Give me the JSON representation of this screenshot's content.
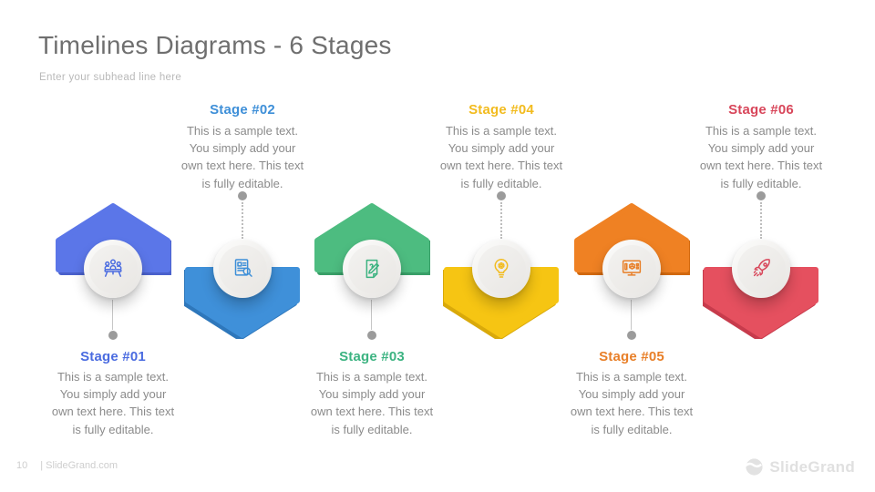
{
  "slide": {
    "title": "Timelines Diagrams - 6 Stages",
    "subtitle": "Enter your subhead line here"
  },
  "stages": [
    {
      "label": "Stage #01",
      "body": "This is a sample text.\nYou simply add your\nown text here. This text\nis fully editable.",
      "color": "#5b76e8",
      "shadow": "#4a61cc",
      "text_color": "#4a6be0",
      "icon": "meeting-icon",
      "direction": "up"
    },
    {
      "label": "Stage #02",
      "body": "This is a sample text.\nYou simply add your\nown text here. This text\nis fully editable.",
      "color": "#3f90d9",
      "shadow": "#2e77bb",
      "text_color": "#3e8fd8",
      "icon": "document-search-icon",
      "direction": "down"
    },
    {
      "label": "Stage #03",
      "body": "This is a sample text.\nYou simply add your\nown text here. This text\nis fully editable.",
      "color": "#4dbc80",
      "shadow": "#399f68",
      "text_color": "#3cb381",
      "icon": "edit-document-icon",
      "direction": "up"
    },
    {
      "label": "Stage #04",
      "body": "This is a sample text.\nYou simply add your\nown text here. This text\nis fully editable.",
      "color": "#f6c513",
      "shadow": "#d9a90a",
      "text_color": "#f2bb1e",
      "icon": "idea-icon",
      "direction": "down"
    },
    {
      "label": "Stage #05",
      "body": "This is a sample text.\nYou simply add your\nown text here. This text\nis fully editable.",
      "color": "#ef8123",
      "shadow": "#d2690f",
      "text_color": "#e87f28",
      "icon": "monitor-3d-icon",
      "direction": "up"
    },
    {
      "label": "Stage #06",
      "body": "This is a sample text.\nYou simply add your\nown text here. This text\nis fully editable.",
      "color": "#e5505f",
      "shadow": "#c73b4c",
      "text_color": "#d8465a",
      "icon": "rocket-icon",
      "direction": "down"
    }
  ],
  "footer": {
    "page_number": "10",
    "website": "| SlideGrand.com",
    "brand": "SlideGrand"
  }
}
